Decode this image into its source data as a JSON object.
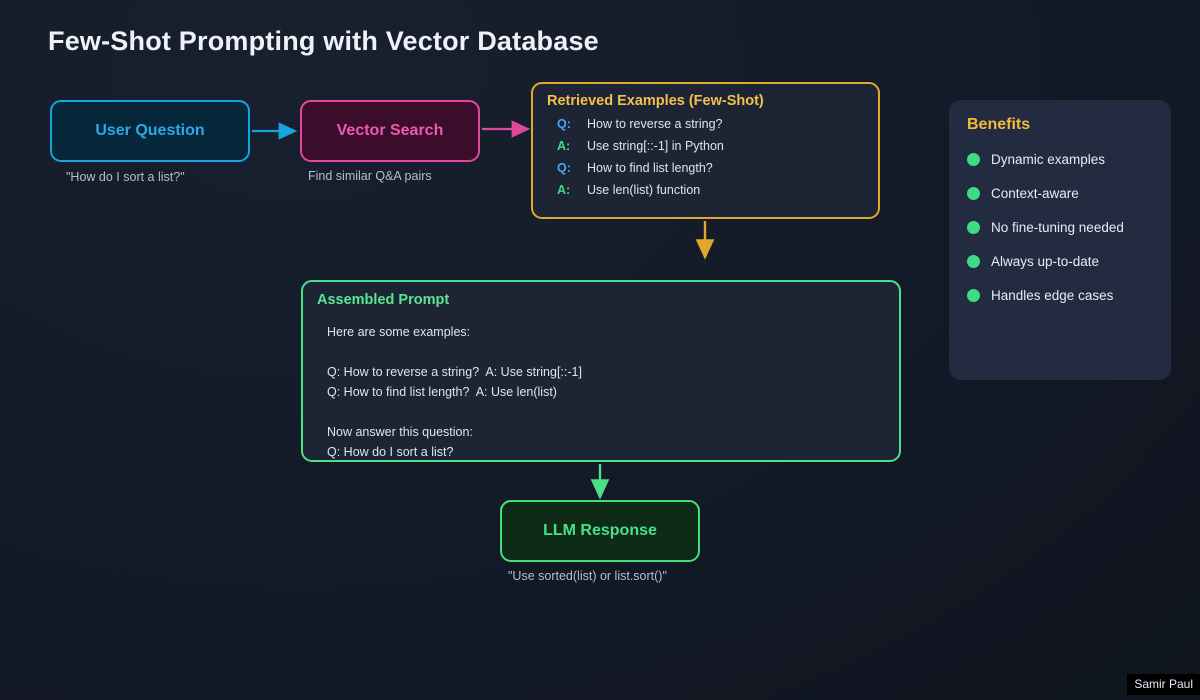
{
  "title": "Few-Shot Prompting with Vector Database",
  "nodes": {
    "user_question": {
      "label": "User Question",
      "caption": "\"How do I sort a list?\""
    },
    "vector_search": {
      "label": "Vector Search",
      "caption": "Find similar Q&A pairs"
    },
    "llm_response": {
      "label": "LLM Response",
      "caption": "\"Use sorted(list) or list.sort()\""
    }
  },
  "retrieved": {
    "title": "Retrieved Examples (Few-Shot)",
    "rows": [
      {
        "tag": "Q:",
        "kind": "q",
        "text": "How to reverse a string?"
      },
      {
        "tag": "A:",
        "kind": "a",
        "text": "Use string[::-1] in Python"
      },
      {
        "tag": "Q:",
        "kind": "q",
        "text": "How to find list length?"
      },
      {
        "tag": "A:",
        "kind": "a",
        "text": "Use len(list) function"
      }
    ]
  },
  "assembled": {
    "title": "Assembled Prompt",
    "body": "Here are some examples:\n\nQ: How to reverse a string?  A: Use string[::-1]\nQ: How to find list length?  A: Use len(list)\n\nNow answer this question:\nQ: How do I sort a list?"
  },
  "benefits": {
    "title": "Benefits",
    "items": [
      {
        "label": "Dynamic examples"
      },
      {
        "label": "Context-aware"
      },
      {
        "label": "No fine-tuning needed"
      },
      {
        "label": "Always up-to-date"
      },
      {
        "label": "Handles edge cases"
      }
    ]
  },
  "watermark": "Samir Paul",
  "colors": {
    "background": "#131926",
    "user_question": "#17a2e0",
    "vector_search": "#e2479f",
    "retrieved": "#e0a82e",
    "assembled": "#4be085",
    "llm_response": "#3fe07a",
    "benefit_dot": "#3ddc84",
    "q_tag": "#3fa9f5",
    "a_tag": "#3ddc84",
    "benefits_panel": "#222b40"
  }
}
